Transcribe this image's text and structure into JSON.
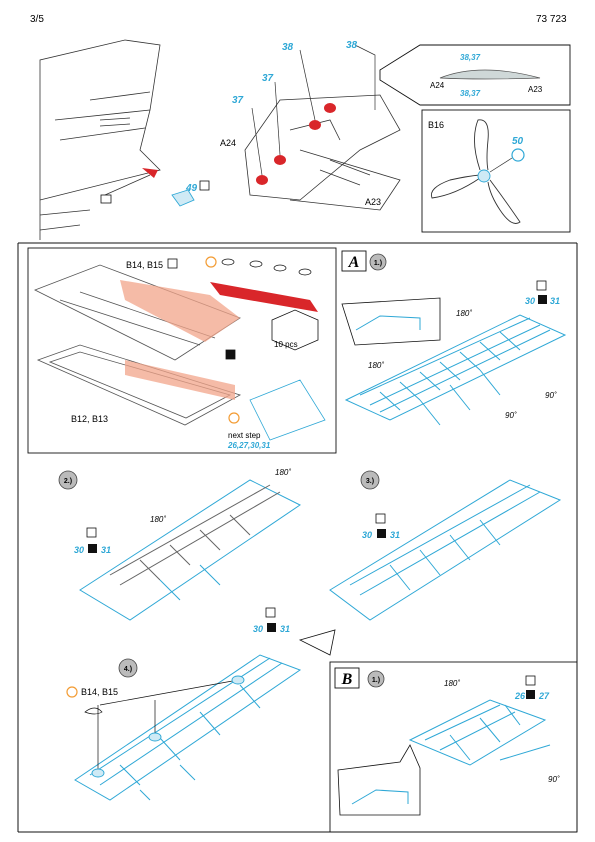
{
  "header": {
    "page": "3/5",
    "code": "73 723"
  },
  "top": {
    "parts": [
      "49",
      "37",
      "38",
      "37",
      "38"
    ],
    "labels": {
      "a24": "A24",
      "a23": "A23",
      "b16": "B16"
    },
    "inset": {
      "p1": "38,37",
      "p2": "38,37",
      "a24": "A24",
      "a23": "A23"
    },
    "prop_part": "50"
  },
  "stepA": {
    "letter": "A",
    "step1": "1.)",
    "inset_labels": {
      "b14b15": "B14, B15",
      "b12b13": "B12, B13",
      "pcs": "10 pcs",
      "next": "next step",
      "next_nums": "26,27,30,31"
    },
    "angle1": "180˚",
    "angle2": "180˚",
    "angle3": "90˚",
    "angle4": "90˚",
    "parts": [
      "30",
      "31"
    ]
  },
  "step2": {
    "label": "2.)",
    "angle1": "180˚",
    "angle2": "180˚",
    "parts": [
      "30",
      "31"
    ]
  },
  "step3": {
    "label": "3.)",
    "parts": [
      "30",
      "31"
    ]
  },
  "step4": {
    "label": "4.)",
    "note": "B14, B15",
    "parts": [
      "30",
      "31"
    ]
  },
  "stepB": {
    "letter": "B",
    "step1": "1.)",
    "angle1": "180˚",
    "angle2": "90˚",
    "parts": [
      "26",
      "27"
    ]
  },
  "colors": {
    "cyan": "#2fa8d6",
    "red": "#d9262a",
    "salmon": "#f2a489",
    "orange": "#f39c34"
  }
}
